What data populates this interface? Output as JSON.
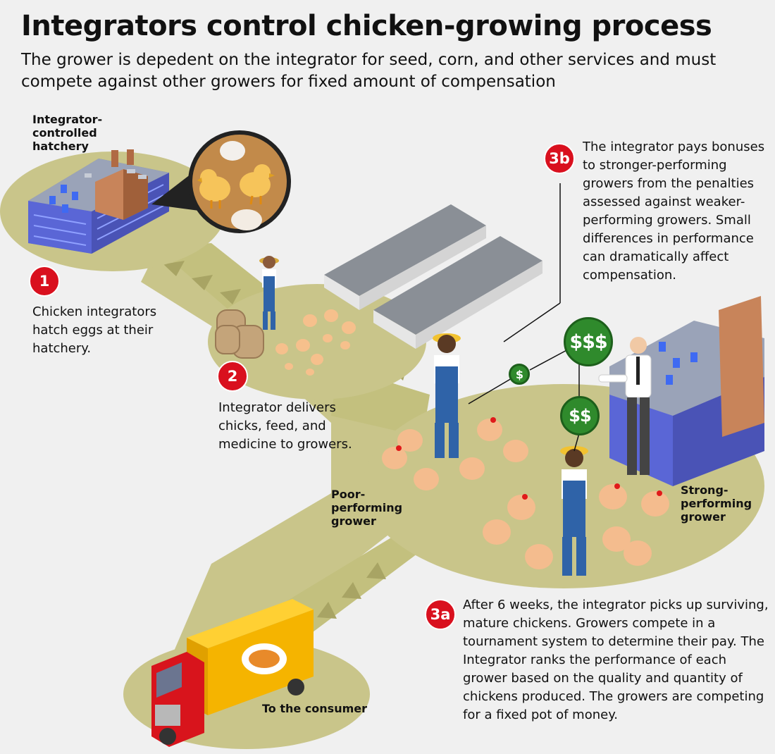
{
  "title": "Integrators control chicken-growing process",
  "subtitle": "The grower is depedent on the integrator for seed, corn, and other services and must compete against other growers for fixed amount of compensation",
  "hatchery_label": "Integrator-\ncontrolled\nhatchery",
  "steps": {
    "s1": {
      "badge": "1",
      "text": "Chicken integrators hatch eggs at their hatchery."
    },
    "s2": {
      "badge": "2",
      "text": "Integrator delivers chicks, feed, and medicine to growers."
    },
    "s3a": {
      "badge": "3a",
      "text": "After 6 weeks, the integrator picks up surviving, mature chickens. Growers compete in a tournament system to determine their pay. The Integrator ranks the performance of each grower based on the quality and quantity of chickens produced. The growers are competing for a fixed pot of money."
    },
    "s3b": {
      "badge": "3b",
      "text": "The integrator pays bonuses to stronger-performing growers from the penalties assessed against weaker-performing growers. Small differences in performance can dramatically affect compensation."
    }
  },
  "labels": {
    "poor": "Poor-\nperforming\ngrower",
    "strong": "Strong-\nperforming\ngrower",
    "consumer": "To the consumer"
  },
  "money": {
    "small": "$",
    "large": "$$$",
    "medium": "$$"
  },
  "colors": {
    "ground": "#c9c58a",
    "path": "#c3c07e",
    "badge": "#d9101e",
    "money": "#2f8a2c",
    "building_blue": "#5a66d6",
    "truck_box": "#f5b400",
    "truck_cab": "#d8141c"
  }
}
